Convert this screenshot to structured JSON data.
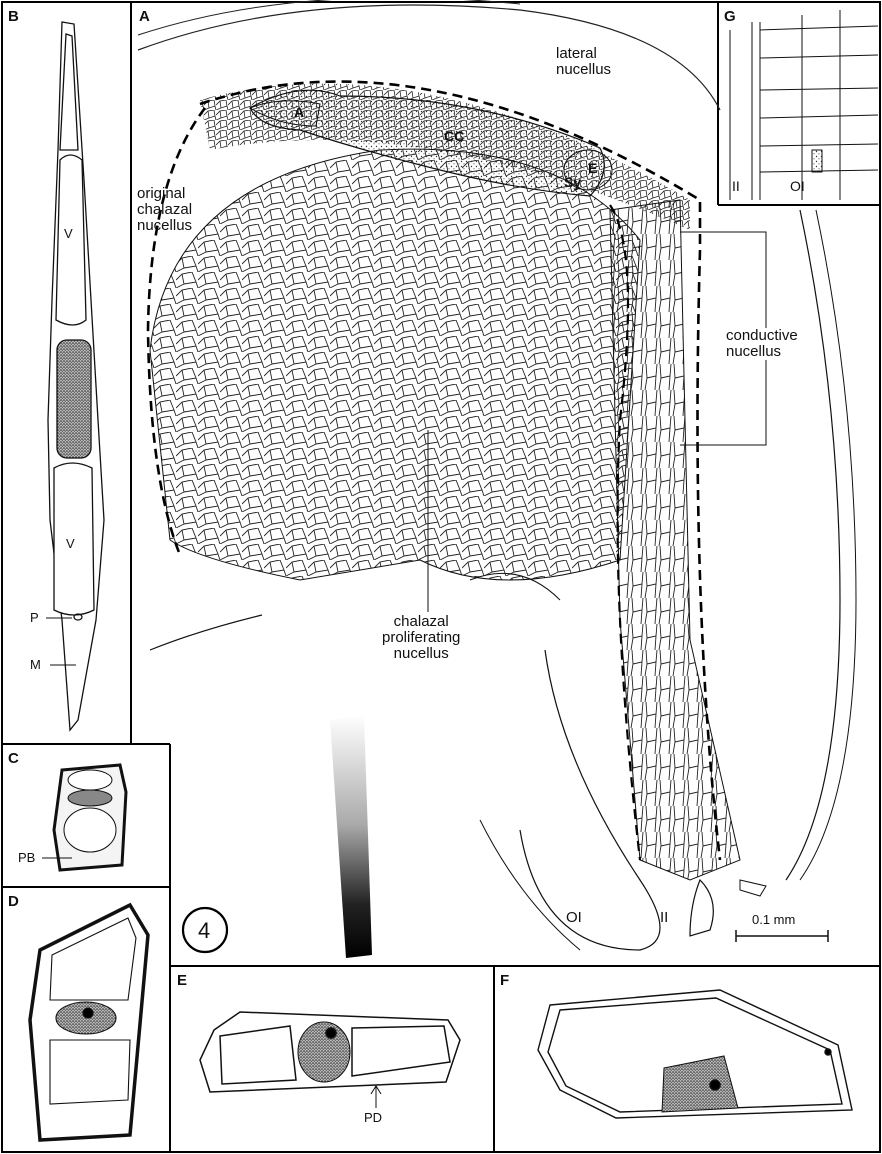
{
  "figure_number": "4",
  "panels": {
    "A": {
      "letter": "A",
      "labels": {
        "lateral_nucellus": "lateral\nnucellus",
        "original_chalazal_nucellus": "original\nchalazal\nnucellus",
        "conductive_nucellus": "conductive\nnucellus",
        "chalazal_proliferating_nucellus": "chalazal\nproliferating\nnucellus",
        "cc": "CC",
        "a": "A",
        "e": "E",
        "sy": "Sy",
        "oi": "OI",
        "ii": "II"
      },
      "scale_bar": "0.1 mm"
    },
    "B": {
      "letter": "B",
      "labels": {
        "v_top": "V",
        "v_bottom": "V",
        "p": "P",
        "m": "M"
      }
    },
    "C": {
      "letter": "C",
      "labels": {
        "pb": "PB"
      }
    },
    "D": {
      "letter": "D"
    },
    "E": {
      "letter": "E",
      "labels": {
        "pd": "PD"
      }
    },
    "F": {
      "letter": "F"
    },
    "G": {
      "letter": "G",
      "labels": {
        "ii": "II",
        "oi": "OI"
      }
    }
  }
}
